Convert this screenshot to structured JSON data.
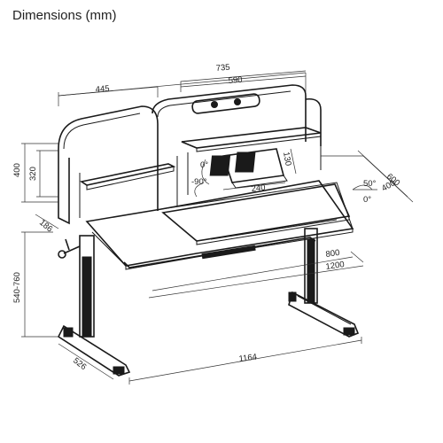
{
  "title": "Dimensions (mm)",
  "dimensions": {
    "total_width": "735",
    "side_shelf_width": "445",
    "top_shelf_width": "590",
    "height_upper": "400",
    "height_side_shelf": "320",
    "side_depth": "186",
    "desk_height": "540-760",
    "base_depth": "526",
    "base_width": "1164",
    "desk_depth_top": "600",
    "desk_depth": "400",
    "desktop_width": "1200",
    "desk_front_width": "800",
    "reading_stand_width": "240",
    "reading_stand_height": "130",
    "tilt_back_angle": "0°",
    "tilt_forward_angle": "-90°",
    "desk_tilt_max": "50°",
    "desk_tilt_min": "0°"
  }
}
